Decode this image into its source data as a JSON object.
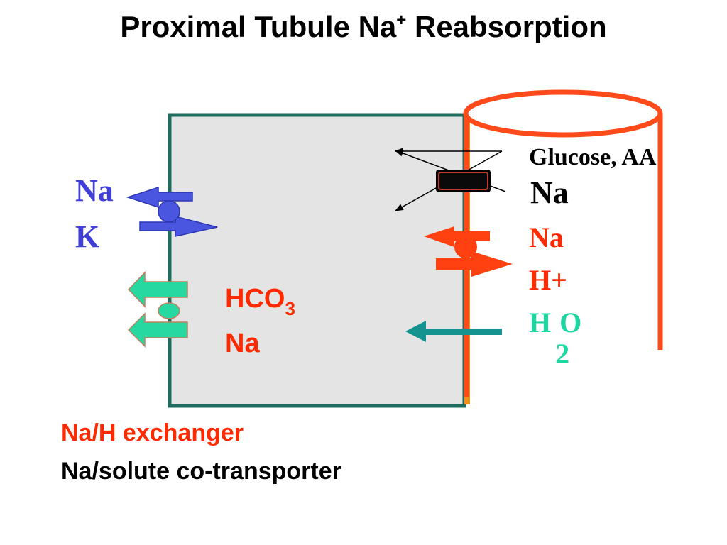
{
  "title": {
    "text_before_sup": "Proximal Tubule Na",
    "superscript": "+",
    "text_after_sup": " Reabsorption"
  },
  "basolateral_labels": {
    "na": "Na",
    "k": "K"
  },
  "lumen_labels": {
    "glucose_aa": "Glucose, AA",
    "na_cotransport": "Na",
    "na_exchanger": "Na",
    "h_plus": "H+",
    "h2o_h": "H",
    "h2o_subscript": "2",
    "h2o_o": "O"
  },
  "cell_labels": {
    "hco3_main": "HCO",
    "hco3_subscript": "3",
    "na": "Na"
  },
  "legend": {
    "exchanger": "Na/H exchanger",
    "cotransporter": "Na/solute co-transporter"
  },
  "colors": {
    "cell_fill": "#e4e4e4",
    "cell_border": "#1f6b5e",
    "apical_membrane": "#f0901a",
    "capillary": "#ff4a1a",
    "na_k_pump": "#4a55e0",
    "na_h_exchanger": "#ff4010",
    "hco3_na_symport": "#27d9a0",
    "water_arrow": "#15938f",
    "exchanger_text": "#ff2a00",
    "water_text": "#1ed6a0",
    "blue_text": "#4040d8"
  }
}
